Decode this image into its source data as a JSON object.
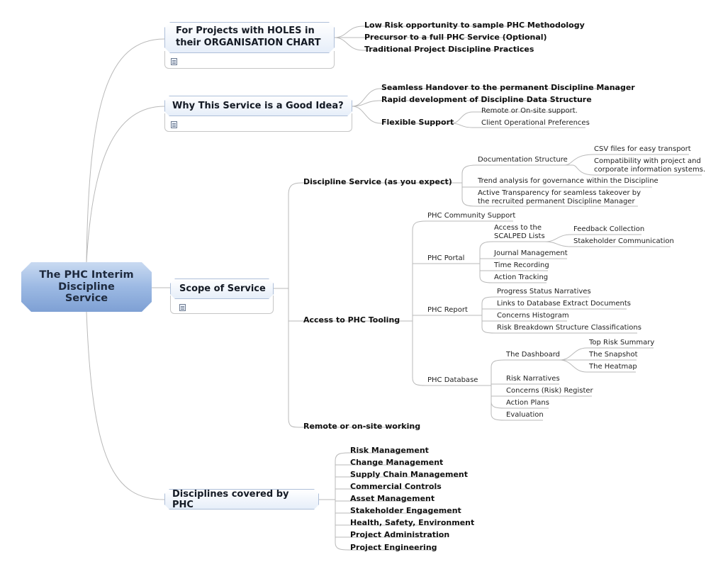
{
  "root": {
    "line1": "The PHC Interim",
    "line2": "Discipline",
    "line3": "Service"
  },
  "topics": {
    "holes": {
      "line1": "For Projects with HOLES in",
      "line2": "their ORGANISATION CHART",
      "items": [
        "Low Risk  opportunity to sample PHC Methodology",
        "Precursor to a full PHC Service (Optional)",
        "Traditional Project Discipline Practices"
      ]
    },
    "why": {
      "title": "Why This Service is a Good Idea?",
      "items": [
        "Seamless Handover to the permanent Discipline Manager",
        "Rapid development of Discipline Data Structure",
        "Flexible Support"
      ],
      "flexible": [
        "Remote or On-site support.",
        "Client Operational Preferences"
      ]
    },
    "scope": {
      "title": "Scope of Service",
      "discipline": {
        "label": "Discipline Service (as you expect)",
        "documentation": "Documentation Structure",
        "csv": "CSV files for easy transport",
        "compat1": "Compatibility with project and",
        "compat2": "corporate information systems.",
        "trend": "Trend analysis for governance within the Discipline",
        "active1": "Active Transparency for seamless takeover by",
        "active2": "the recruited permanent Discipline Manager"
      },
      "tooling": {
        "label": "Access to PHC Tooling",
        "community": "PHC Community Support",
        "portal": {
          "label": "PHC Portal",
          "access1": "Access to the",
          "access2": "SCALPED Lists",
          "access_items": [
            "Feedback Collection",
            "Stakeholder Communication"
          ],
          "items": [
            "Journal Management",
            "Time Recording",
            "Action Tracking"
          ]
        },
        "report": {
          "label": "PHC Report",
          "items": [
            "Progress Status Narratives",
            "Links to Database Extract Documents",
            "Concerns Histogram",
            "Risk Breakdown Structure Classifications"
          ]
        },
        "database": {
          "label": "PHC Database",
          "dashboard": "The Dashboard",
          "dashboard_items": [
            "Top Risk Summary",
            "The Snapshot",
            "The Heatmap"
          ],
          "items": [
            "Risk Narratives",
            "Concerns (Risk) Register",
            "Action Plans",
            "Evaluation"
          ]
        }
      },
      "remote": "Remote or on-site working"
    },
    "disciplines": {
      "title": "Disciplines covered by PHC",
      "items": [
        "Risk Management",
        "Change Management",
        "Supply Chain Management",
        "Commercial Controls",
        "Asset Management",
        "Stakeholder Engagement",
        "Health, Safety, Environment",
        "Project Administration",
        "Project Engineering"
      ]
    }
  }
}
